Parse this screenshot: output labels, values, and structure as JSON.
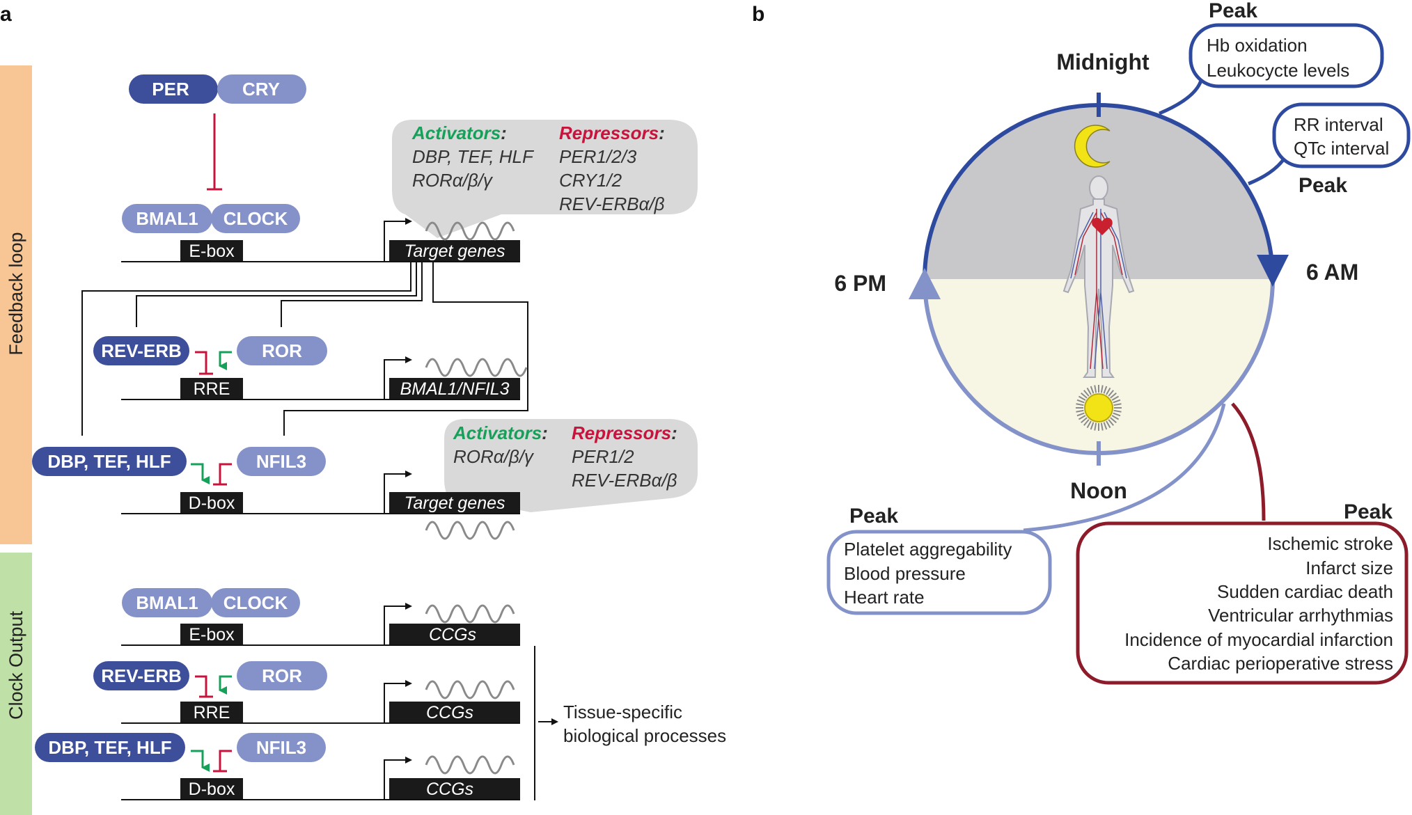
{
  "panel_a": {
    "label": "a",
    "sidebar": {
      "feedback": "Feedback loop",
      "output": "Clock Output"
    },
    "feedback": {
      "per": "PER",
      "cry": "CRY",
      "bmal1": "BMAL1",
      "clock": "CLOCK",
      "ebox": "E-box",
      "target_genes_1": "Target genes",
      "callout1": {
        "activators_title": "Activators",
        "colon": ":",
        "activators": [
          "DBP, TEF, HLF",
          "RORα/β/γ"
        ],
        "repressors_title": "Repressors",
        "repressors": [
          "PER1/2/3",
          "CRY1/2",
          "REV-ERBα/β"
        ]
      },
      "rev_erb": "REV-ERB",
      "ror": "ROR",
      "rre": "RRE",
      "bmal1_nfil3": "BMAL1/NFIL3",
      "dbp": "DBP, TEF, HLF",
      "nfil3": "NFIL3",
      "dbox": "D-box",
      "target_genes_2": "Target genes",
      "callout2": {
        "activators_title": "Activators",
        "colon": ":",
        "activators": [
          "RORα/β/γ"
        ],
        "repressors_title": "Repressors",
        "repressors": [
          "PER1/2",
          "REV-ERBα/β"
        ]
      }
    },
    "output": {
      "bmal1": "BMAL1",
      "clock": "CLOCK",
      "ebox": "E-box",
      "ccgs": "CCGs",
      "rev_erb": "REV-ERB",
      "ror": "ROR",
      "rre": "RRE",
      "dbp": "DBP, TEF, HLF",
      "nfil3": "NFIL3",
      "dbox": "D-box",
      "tissue_line1": "Tissue-specific",
      "tissue_line2": "biological processes"
    }
  },
  "panel_b": {
    "label": "b",
    "times": {
      "midnight": "Midnight",
      "six_am": "6 AM",
      "noon": "Noon",
      "six_pm": "6 PM"
    },
    "peak_word": "Peak",
    "peaks": {
      "midnight": [
        "Hb oxidation",
        "Leukocycte levels"
      ],
      "early_morning": [
        "RR interval",
        "QTc interval"
      ],
      "afternoon": [
        "Platelet aggregability",
        "Blood pressure",
        "Heart rate"
      ],
      "morning_events": [
        "Ischemic stroke",
        "Infarct size",
        "Sudden cardiac death",
        "Ventricular arrhythmias",
        "Incidence of myocardial infarction",
        "Cardiac perioperative stress"
      ]
    },
    "colors": {
      "dark_blue": "#2e4a9e",
      "light_blue": "#8392c8",
      "dark_red": "#8c1c2a",
      "night": "#c8c8ca",
      "day": "#f7f5e3"
    }
  },
  "colors": {
    "pill_dark": "#3d4f9b",
    "pill_light": "#8492c9",
    "activator_green": "#17a05a",
    "repressor_red": "#c8143c",
    "box_black": "#1a1a1a",
    "callout_gray": "#d9d9d9",
    "sidebar_orange": "#f8c594",
    "sidebar_green": "#bfe0a6"
  }
}
